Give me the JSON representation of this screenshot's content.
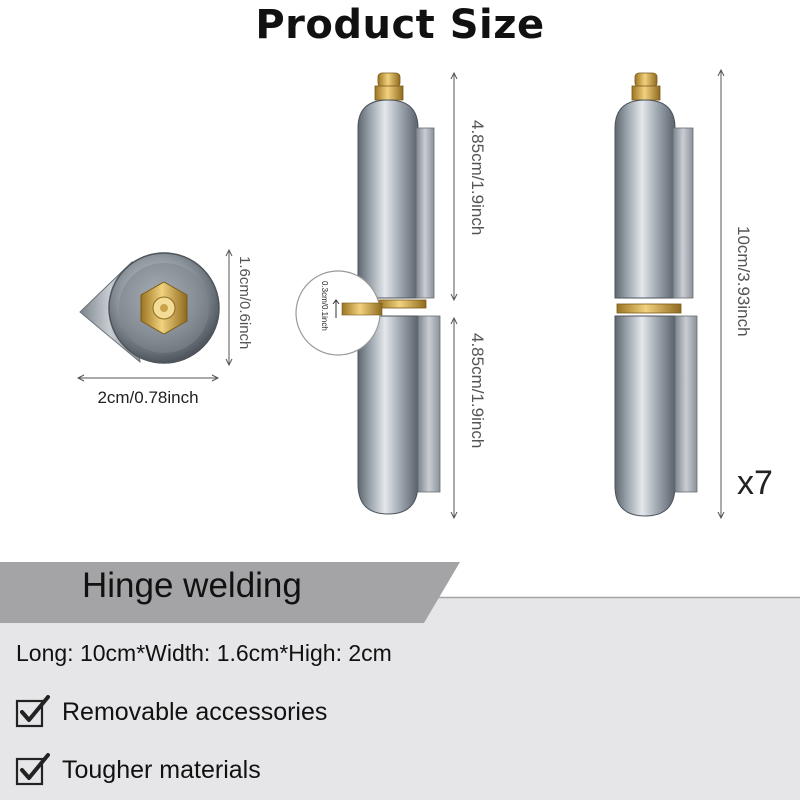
{
  "header": {
    "title": "Product Size"
  },
  "dimensions": {
    "top_dia": "1.6cm/0.6inch",
    "side_width": "2cm/0.78inch",
    "gap": "0.3cm/0.1inch",
    "upper_length": "4.85cm/1.9inch",
    "lower_length": "4.85cm/1.9inch",
    "total_length": "10cm/3.93inch"
  },
  "quantity": "x7",
  "product": {
    "name": "Hinge welding",
    "spec": "Long: 10cm*Width: 1.6cm*High: 2cm",
    "features": [
      "Removable accessories",
      "Tougher materials"
    ]
  },
  "colors": {
    "band": "#a4a4a6",
    "panel": "#e6e6e8",
    "steel": "#9aa3ab",
    "brass": "#d4a64a"
  },
  "icons": [
    "checkbox-check-icon"
  ]
}
